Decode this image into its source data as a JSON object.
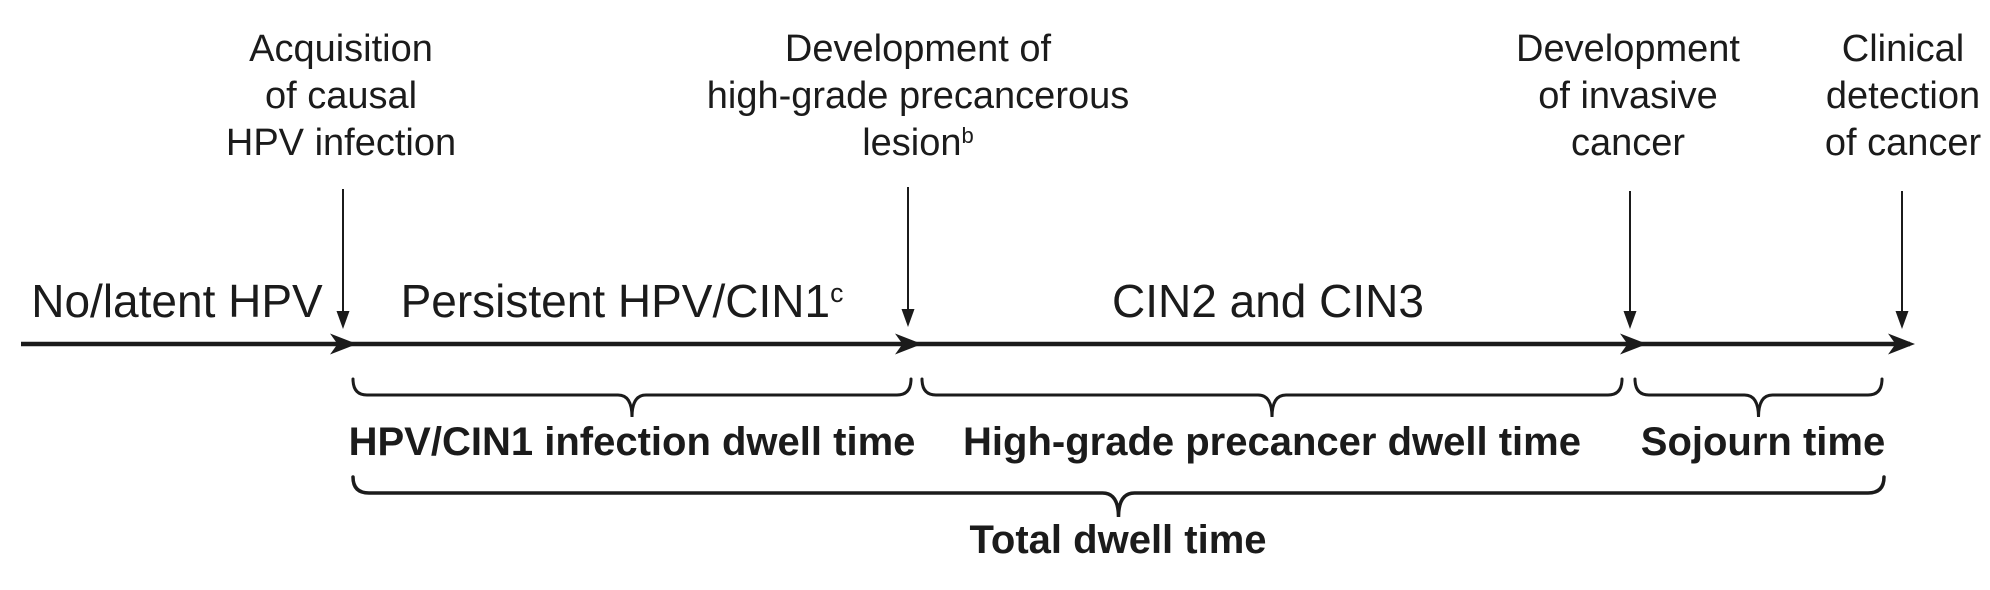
{
  "figure": {
    "ink_color": "#1b1b1b",
    "background_color": "#ffffff"
  },
  "milestones": {
    "acquisition": {
      "line1": "Acquisition",
      "line2": "of causal",
      "line3": "HPV infection"
    },
    "high_grade_lesion": {
      "line1": "Development of",
      "line2": "high-grade precancerous",
      "line3": "lesion",
      "sup": "b"
    },
    "invasive_cancer": {
      "line1": "Development",
      "line2": "of invasive",
      "line3": "cancer"
    },
    "clinical_detection": {
      "line1": "Clinical",
      "line2": "detection",
      "line3": "of cancer"
    }
  },
  "stages": {
    "no_latent_hpv": {
      "text": "No/latent HPV"
    },
    "persistent_hpv_cin1": {
      "text": "Persistent HPV/CIN1",
      "sup": "c"
    },
    "cin2_cin3": {
      "text": "CIN2 and CIN3"
    }
  },
  "intervals": {
    "hpv_cin1_dwell": {
      "label": "HPV/CIN1 infection dwell time"
    },
    "high_grade_dwell": {
      "label": "High-grade precancer dwell time"
    },
    "sojourn": {
      "label": "Sojourn time"
    },
    "total_dwell": {
      "label": "Total dwell time"
    }
  }
}
